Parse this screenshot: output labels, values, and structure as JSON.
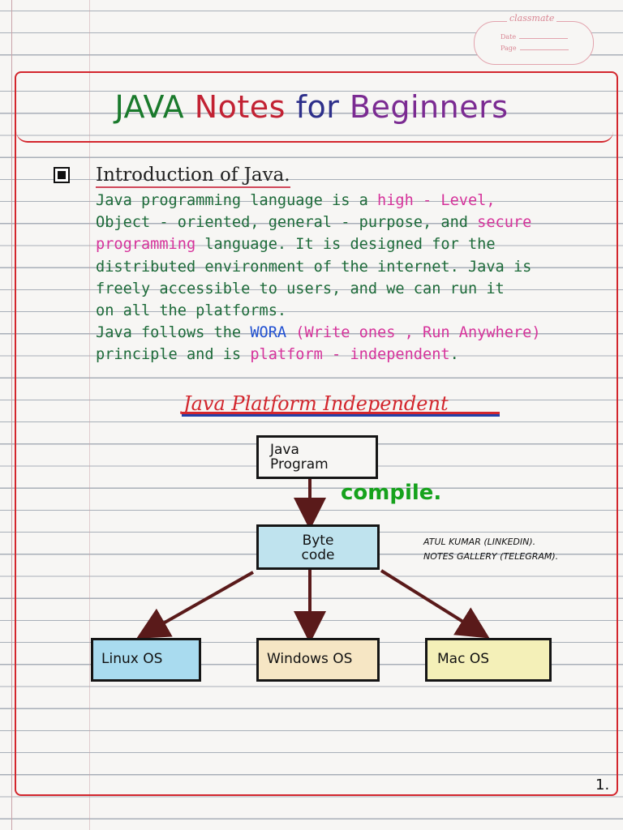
{
  "brand": {
    "name": "classmate",
    "date_label": "Date",
    "page_label": "Page"
  },
  "title": {
    "java": "JAVA",
    "notes": "Notes",
    "for": "for",
    "beginners": "Beginners"
  },
  "intro": {
    "heading": "Introduction of Java.",
    "lines": [
      [
        "Java programming language is a ",
        "high - Level,"
      ],
      [
        "Object - oriented, general - purpose, and ",
        "secure"
      ],
      [
        "programming",
        " language. It is designed for the"
      ],
      [
        "distributed environment of the internet. Java is"
      ],
      [
        "freely accessible to users, and we can run it"
      ],
      [
        "on all the platforms."
      ],
      [
        "Java follows the ",
        "WORA",
        " (Write ones , Run Anywhere)"
      ],
      [
        "principle and is ",
        "platform - independent",
        "."
      ]
    ]
  },
  "diagram": {
    "title": "Java Platform Independent",
    "java_program": [
      "Java",
      "Program"
    ],
    "compile_label": "compile.",
    "byte_code": [
      "Byte",
      "code"
    ],
    "linux": "Linux OS",
    "windows": "Windows OS",
    "mac": "Mac OS"
  },
  "credits": [
    "ATUL KUMAR (LINKEDIN).",
    "NOTES GALLERY (TELEGRAM)."
  ],
  "page_number": "1.",
  "colors": {
    "frame": "#d3262d",
    "text_green": "#1e6b3a",
    "highlight_pink": "#d6339b",
    "highlight_blue": "#1f4fd1",
    "arrow": "#5a1a1a"
  }
}
